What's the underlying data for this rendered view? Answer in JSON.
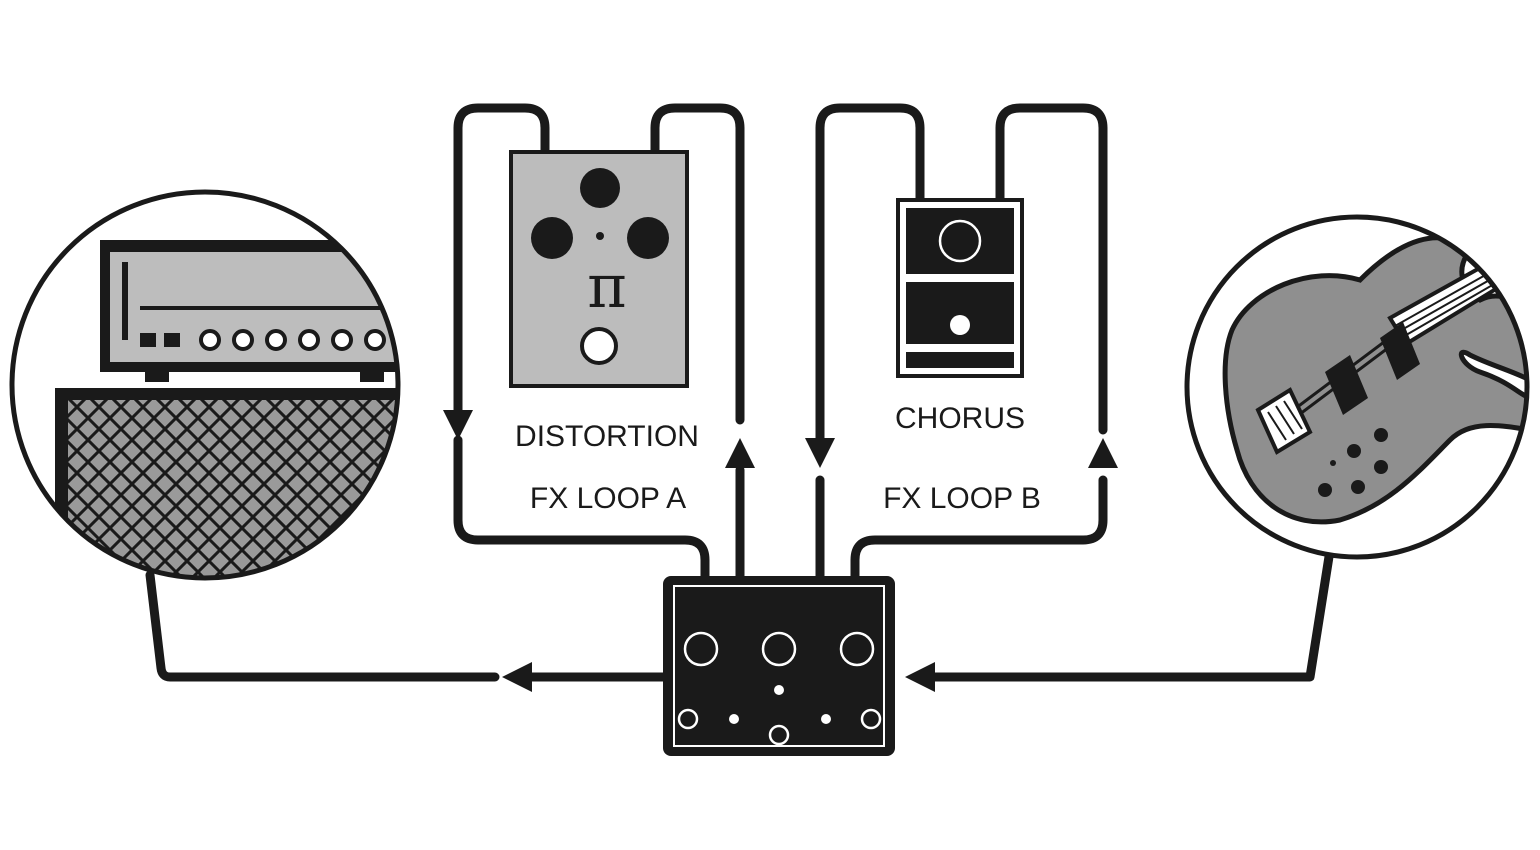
{
  "labels": {
    "distortion": "DISTORTION",
    "fx_loop_a": "FX LOOP A",
    "chorus": "CHORUS",
    "fx_loop_b": "FX LOOP B",
    "pi_symbol": "π"
  },
  "colors": {
    "line": "#1a1a1a",
    "pedal_gray": "#bcbcbc",
    "guitar_gray": "#8f8f8f",
    "background": "#ffffff"
  },
  "icons": [
    "amplifier-icon",
    "distortion-pedal-icon",
    "chorus-pedal-icon",
    "fx-loop-switcher-icon",
    "bass-guitar-icon"
  ]
}
